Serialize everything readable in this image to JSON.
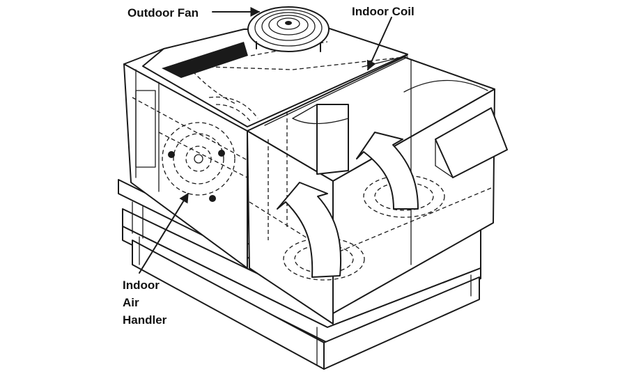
{
  "labels": {
    "outdoor_fan": "Outdoor Fan",
    "indoor_coil": "Indoor Coil",
    "indoor_air_handler": [
      "Indoor",
      "Air",
      "Handler"
    ]
  },
  "colors": {
    "ink": "#1a1a1a",
    "background": "#ffffff"
  }
}
